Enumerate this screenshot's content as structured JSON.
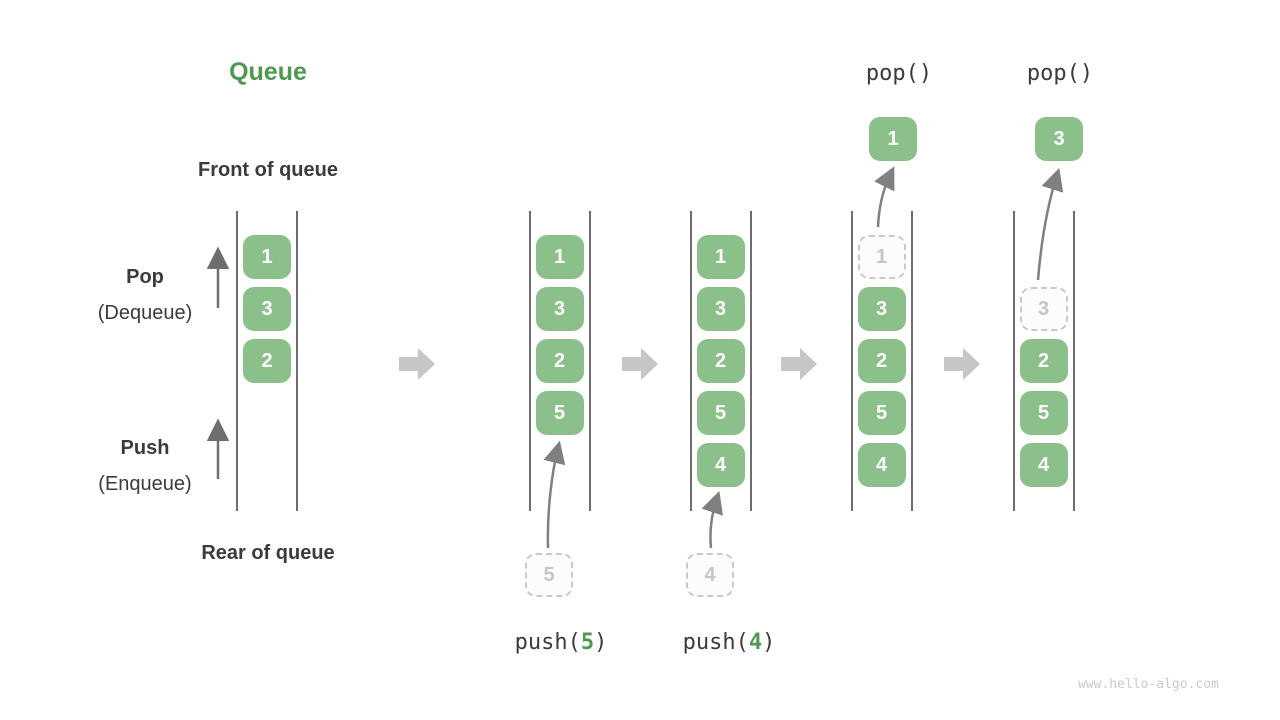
{
  "title": "Queue",
  "watermark": "www.hello-algo.com",
  "labels": {
    "front": "Front of queue",
    "rear": "Rear of queue",
    "pop_main": "Pop",
    "pop_sub": "(Dequeue)",
    "push_main": "Push",
    "push_sub": "(Enqueue)"
  },
  "colors": {
    "accent_green": "#4c9a50",
    "box_green": "#8cc08a",
    "ghost_border": "#c9c9c9",
    "flow_arrow_gray": "#c6c6c6",
    "thin_arrow_gray": "#808080",
    "text_dark": "#3b3b3b"
  },
  "stages": [
    {
      "cells": [
        {
          "value": "1",
          "row": 0
        },
        {
          "value": "3",
          "row": 1
        },
        {
          "value": "2",
          "row": 2
        }
      ]
    },
    {
      "cells": [
        {
          "value": "1",
          "row": 0
        },
        {
          "value": "3",
          "row": 1
        },
        {
          "value": "2",
          "row": 2
        },
        {
          "value": "5",
          "row": 3
        }
      ],
      "incoming": {
        "value": "5"
      },
      "op": {
        "prefix": "push(",
        "arg": "5",
        "suffix": ")"
      }
    },
    {
      "cells": [
        {
          "value": "1",
          "row": 0
        },
        {
          "value": "3",
          "row": 1
        },
        {
          "value": "2",
          "row": 2
        },
        {
          "value": "5",
          "row": 3
        },
        {
          "value": "4",
          "row": 4
        }
      ],
      "incoming": {
        "value": "4"
      },
      "op": {
        "prefix": "push(",
        "arg": "4",
        "suffix": ")"
      }
    },
    {
      "cells": [
        {
          "value": "1",
          "row": 0,
          "ghost": true
        },
        {
          "value": "3",
          "row": 1
        },
        {
          "value": "2",
          "row": 2
        },
        {
          "value": "5",
          "row": 3
        },
        {
          "value": "4",
          "row": 4
        }
      ],
      "popped": {
        "value": "1"
      },
      "op_label": "pop()"
    },
    {
      "cells": [
        {
          "value": "3",
          "row": 1,
          "ghost": true
        },
        {
          "value": "2",
          "row": 2
        },
        {
          "value": "5",
          "row": 3
        },
        {
          "value": "4",
          "row": 4
        }
      ],
      "popped": {
        "value": "3"
      },
      "op_label": "pop()"
    }
  ]
}
